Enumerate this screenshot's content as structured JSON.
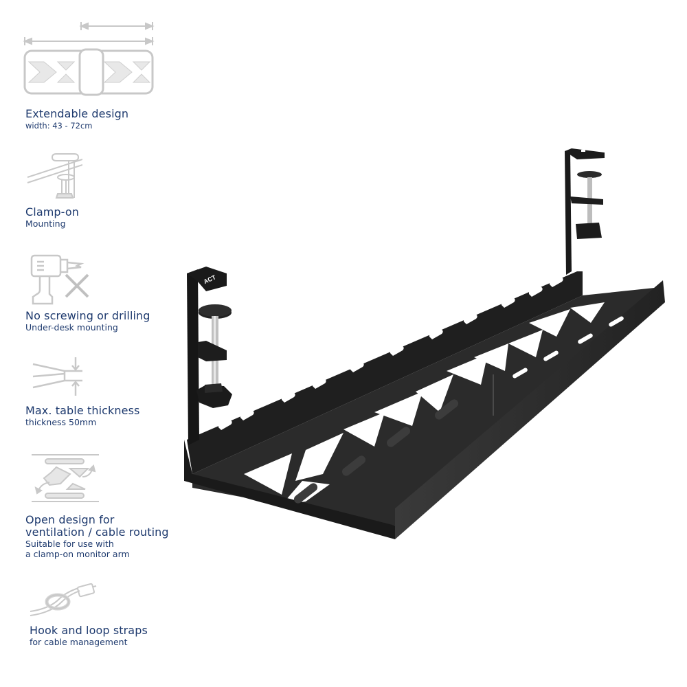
{
  "colors": {
    "text": "#1e3a6e",
    "icon_gray": "#c8c8c8",
    "icon_fill": "#e6e6e6",
    "product_black": "#1b1b1b",
    "background": "#ffffff"
  },
  "features": [
    {
      "icon": "extendable-width-icon",
      "title": "Extendable design",
      "subtitle": "width: 43 - 72cm"
    },
    {
      "icon": "desk-clamp-icon",
      "title": "Clamp-on",
      "subtitle": "Mounting"
    },
    {
      "icon": "no-drill-icon",
      "title": "No screwing or drilling",
      "subtitle": "Under-desk mounting"
    },
    {
      "icon": "table-thickness-icon",
      "title": "Max. table thickness",
      "subtitle": "thickness 50mm"
    },
    {
      "icon": "open-design-icon",
      "title_lines": [
        "Open design for",
        "ventilation / cable routing"
      ],
      "subtitle_lines": [
        "Suitable for use with",
        "a clamp-on monitor arm"
      ]
    },
    {
      "icon": "cable-strap-icon",
      "title": "Hook and loop straps",
      "subtitle": "for cable management"
    }
  ],
  "product": {
    "name": "under-desk cable tray",
    "brand_mark": "ACT"
  }
}
